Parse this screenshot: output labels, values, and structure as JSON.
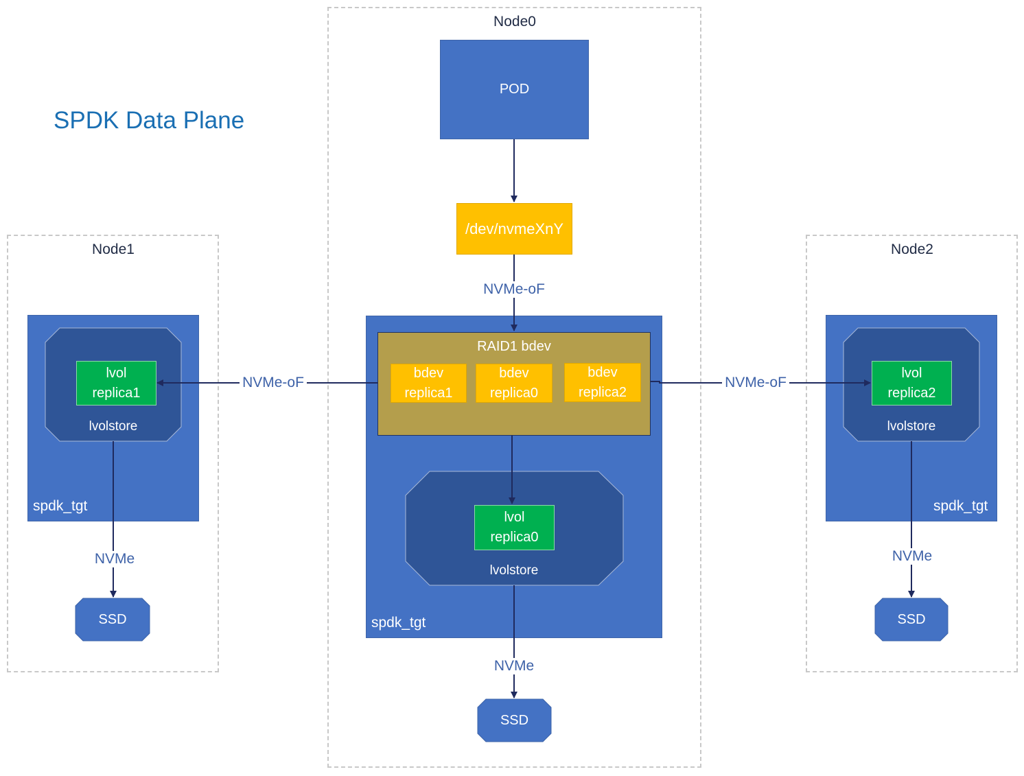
{
  "title": "SPDK Data Plane",
  "nodes": {
    "node0": {
      "label": "Node0"
    },
    "node1": {
      "label": "Node1"
    },
    "node2": {
      "label": "Node2"
    }
  },
  "pod": {
    "label": "POD"
  },
  "device": {
    "label": "/dev/nvmeXnY"
  },
  "raid": {
    "label": "RAID1 bdev"
  },
  "bdevs": [
    {
      "line1": "bdev",
      "line2": "replica1"
    },
    {
      "line1": "bdev",
      "line2": "replica0"
    },
    {
      "line1": "bdev",
      "line2": "replica2"
    }
  ],
  "lvols": {
    "node0": {
      "line1": "lvol",
      "line2": "replica0"
    },
    "node1": {
      "line1": "lvol",
      "line2": "replica1"
    },
    "node2": {
      "line1": "lvol",
      "line2": "replica2"
    }
  },
  "lvolstore_label": "lvolstore",
  "spdk_tgt_label": "spdk_tgt",
  "ssd_label": "SSD",
  "edges": {
    "nvmeof": "NVMe-oF",
    "nvme": "NVMe"
  },
  "colors": {
    "title": "#1a6fb3",
    "blue": "#4472c4",
    "dark_blue": "#2f5597",
    "yellow": "#ffc000",
    "raid_gold": "#b49e4c",
    "green": "#00b050",
    "arrow": "#1f2a5e"
  }
}
